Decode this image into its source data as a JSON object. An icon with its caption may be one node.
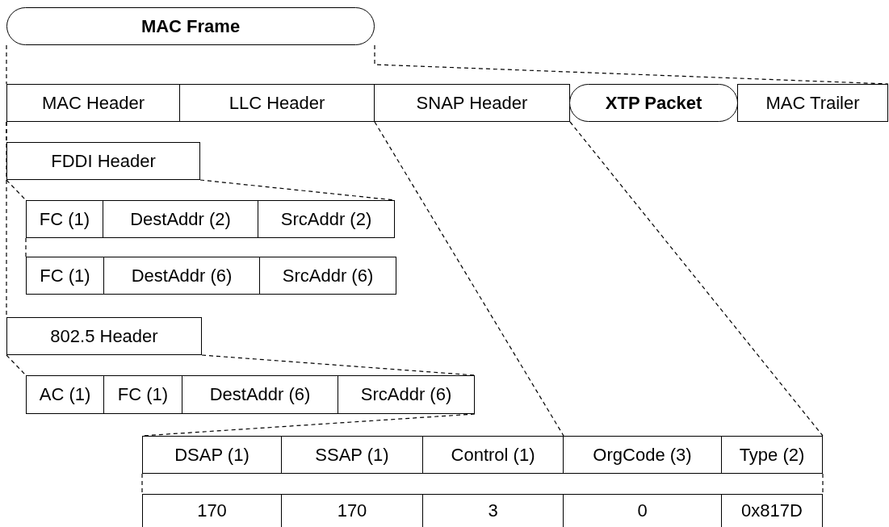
{
  "diagram": {
    "nodes": [
      {
        "text": [
          "MAC Frame"
        ]
      },
      {
        "text": [
          "MAC Header"
        ]
      },
      {
        "text": [
          "LLC Header"
        ]
      },
      {
        "text": [
          "SNAP Header"
        ]
      },
      {
        "text": [
          "XTP Packet"
        ]
      },
      {
        "text": [
          "MAC Trailer"
        ]
      },
      {
        "text": [
          "FDDI Header"
        ]
      },
      {
        "text": [
          "FC (1)"
        ]
      },
      {
        "text": [
          "DestAddr (2)"
        ]
      },
      {
        "text": [
          "SrcAddr (2)"
        ]
      },
      {
        "text": [
          "FC (1)"
        ]
      },
      {
        "text": [
          "DestAddr (6)"
        ]
      },
      {
        "text": [
          "SrcAddr (6)"
        ]
      },
      {
        "text": [
          "802.5 Header"
        ]
      },
      {
        "text": [
          "AC (1)"
        ]
      },
      {
        "text": [
          "FC (1)"
        ]
      },
      {
        "text": [
          "DestAddr (6)"
        ]
      },
      {
        "text": [
          "SrcAddr (6)"
        ]
      },
      {
        "text": [
          "DSAP (1)"
        ]
      },
      {
        "text": [
          "SSAP (1)"
        ]
      },
      {
        "text": [
          "Control (1)"
        ]
      },
      {
        "text": [
          "OrgCode (3)"
        ]
      },
      {
        "text": [
          "Type (2)"
        ]
      },
      {
        "text": [
          "170"
        ]
      },
      {
        "text": [
          "170"
        ]
      },
      {
        "text": [
          "3"
        ]
      },
      {
        "text": [
          "0"
        ]
      },
      {
        "text": [
          "0x817D"
        ]
      }
    ],
    "edges": [
      {
        "from": 0,
        "to": 1,
        "arrow": "none",
        "style": "dashed"
      },
      {
        "from": 0,
        "to": 5,
        "arrow": "none",
        "style": "dashed"
      },
      {
        "from": 1,
        "to": 6,
        "arrow": "none",
        "style": "dashed"
      },
      {
        "from": 1,
        "to": 13,
        "arrow": "none",
        "style": "dashed"
      },
      {
        "from": 6,
        "to": 7,
        "arrow": "none",
        "style": "dashed"
      },
      {
        "from": 6,
        "to": 9,
        "arrow": "none",
        "style": "dashed"
      },
      {
        "from": 7,
        "to": 10,
        "arrow": "none",
        "style": "dashed"
      },
      {
        "from": 13,
        "to": 14,
        "arrow": "none",
        "style": "dashed"
      },
      {
        "from": 13,
        "to": 17,
        "arrow": "none",
        "style": "dashed"
      },
      {
        "from": 17,
        "to": 18,
        "arrow": "none",
        "style": "dashed"
      },
      {
        "from": 2,
        "to": 20,
        "arrow": "none",
        "style": "dashed"
      },
      {
        "from": 3,
        "to": 22,
        "arrow": "none",
        "style": "dashed"
      },
      {
        "from": 18,
        "to": 23,
        "arrow": "none",
        "style": "dashed"
      },
      {
        "from": 22,
        "to": 27,
        "arrow": "none",
        "style": "dashed"
      }
    ]
  }
}
